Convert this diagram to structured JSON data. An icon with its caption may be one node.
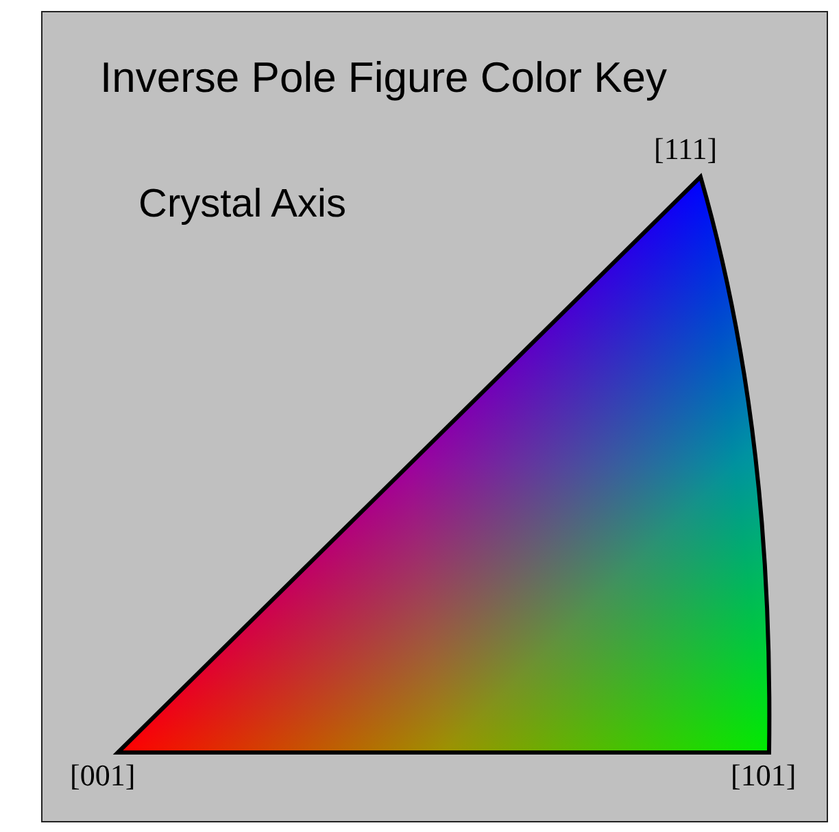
{
  "diagram": {
    "title": "Inverse Pole Figure Color Key",
    "labels": [
      "Crystal Axis",
      "[111]",
      "[001]",
      "[101]"
    ]
  }
}
